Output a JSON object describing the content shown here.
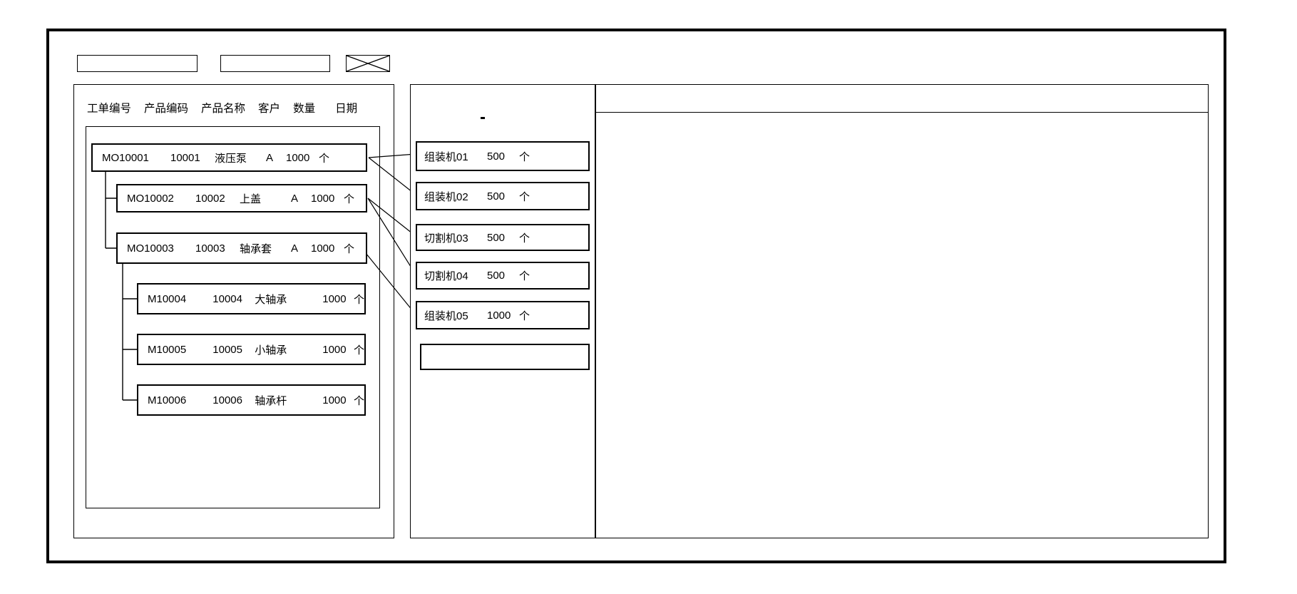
{
  "toolbar": {
    "field1_value": "",
    "field2_value": "",
    "close_icon": "x-cross"
  },
  "left_panel": {
    "headers": [
      "工单编号",
      "产品编码",
      "产品名称",
      "客户",
      "数量",
      "日期"
    ],
    "rows": [
      {
        "order_no": "MO10001",
        "product_code": "10001",
        "product_name": "液压泵",
        "customer": "A",
        "qty": "1000",
        "unit": "个"
      },
      {
        "order_no": "MO10002",
        "product_code": "10002",
        "product_name": "上盖",
        "customer": "A",
        "qty": "1000",
        "unit": "个"
      },
      {
        "order_no": "MO10003",
        "product_code": "10003",
        "product_name": "轴承套",
        "customer": "A",
        "qty": "1000",
        "unit": "个"
      },
      {
        "order_no": "M10004",
        "product_code": "10004",
        "product_name": "大轴承",
        "customer": "",
        "qty": "1000",
        "unit": "个"
      },
      {
        "order_no": "M10005",
        "product_code": "10005",
        "product_name": "小轴承",
        "customer": "",
        "qty": "1000",
        "unit": "个"
      },
      {
        "order_no": "M10006",
        "product_code": "10006",
        "product_name": "轴承杆",
        "customer": "",
        "qty": "1000",
        "unit": "个"
      }
    ]
  },
  "machine_panel": {
    "machines": [
      {
        "name": "组装机01",
        "qty": "500",
        "unit": "个"
      },
      {
        "name": "组装机02",
        "qty": "500",
        "unit": "个"
      },
      {
        "name": "切割机03",
        "qty": "500",
        "unit": "个"
      },
      {
        "name": "切割机04",
        "qty": "500",
        "unit": "个"
      },
      {
        "name": "组装机05",
        "qty": "1000",
        "unit": "个"
      },
      {
        "name": "",
        "qty": "",
        "unit": ""
      }
    ]
  },
  "right_panel": {
    "content": ""
  },
  "colors": {
    "line": "#000000",
    "background": "#ffffff"
  }
}
